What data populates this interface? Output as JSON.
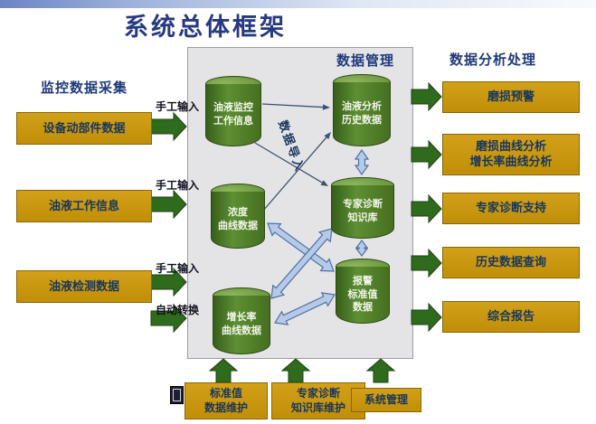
{
  "title": "系统总体框架",
  "left": {
    "header": "监控数据采集",
    "boxes": [
      "设备动部件数据",
      "油液工作信息",
      "油液检测数据"
    ],
    "arrow_labels": [
      "手工输入",
      "手工输入",
      "手工输入",
      "自动转换"
    ]
  },
  "center": {
    "header": "数据管理",
    "import_label": "数据导入",
    "cylinders": [
      "油液监控\n工作信息",
      "浓度\n曲线数据",
      "增长率\n曲线数据",
      "油液分析\n历史数据",
      "专家诊断\n知识库",
      "报警\n标准值\n数据"
    ]
  },
  "right": {
    "header": "数据分析处理",
    "boxes": [
      "磨损预警",
      "磨损曲线分析\n增长率曲线分析",
      "专家诊断支持",
      "历史数据查询",
      "综合报告"
    ]
  },
  "bottom": {
    "boxes": [
      "标准值\n数据维护",
      "专家诊断\n知识库维护",
      "系统管理"
    ]
  },
  "colors": {
    "accent_box": "#C9970F",
    "cylinder_green": "#4E7D26",
    "arrow_green": "#2F6B1D",
    "double_arrow_blue": "#B5C9E8",
    "title_navy": "#273A80",
    "panel_gray": "#E4E4E7"
  }
}
